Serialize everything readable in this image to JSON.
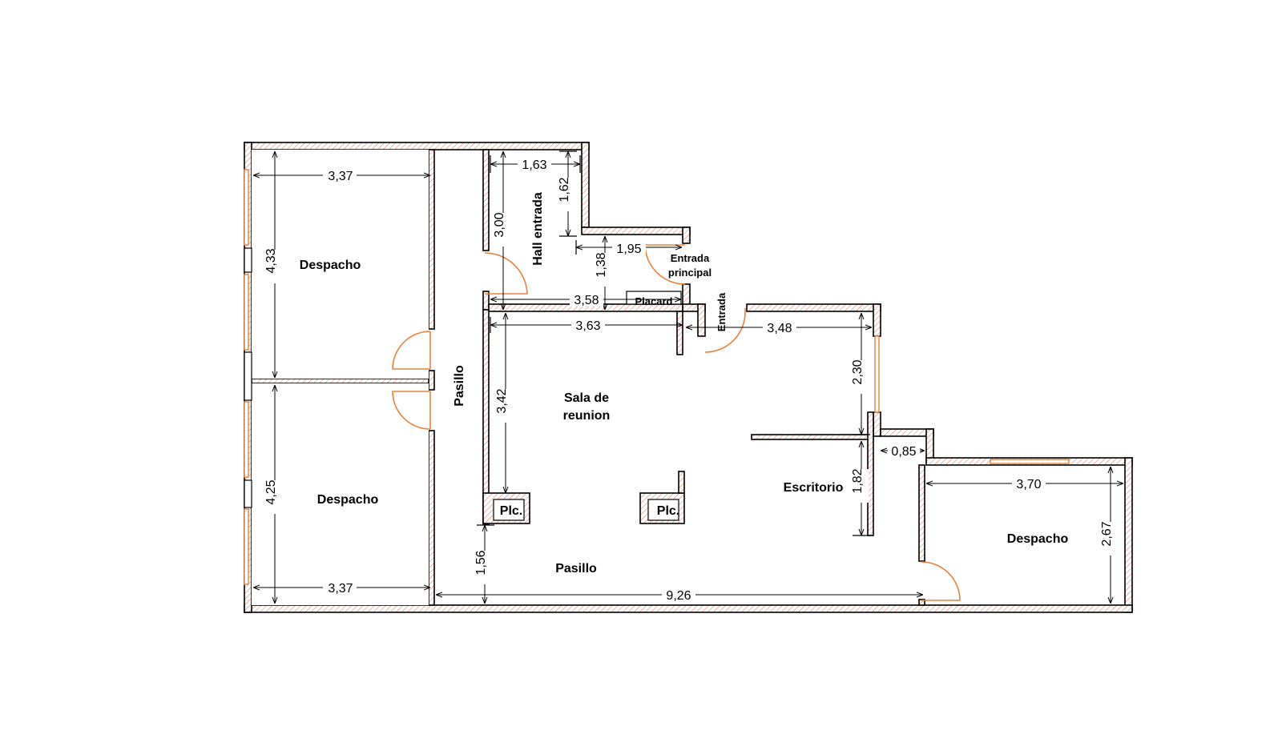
{
  "rooms": {
    "despacho_top": "Despacho",
    "despacho_bottom": "Despacho",
    "despacho_right": "Despacho",
    "pasillo_vertical": "Pasillo",
    "pasillo_bottom": "Pasillo",
    "hall_entrada": "Hall entrada",
    "entrada_principal_1": "Entrada",
    "entrada_principal_2": "principal",
    "entrada_vertical": "Entrada",
    "sala_1": "Sala de",
    "sala_2": "reunion",
    "escritorio": "Escritorio",
    "placard": "Placard",
    "plc_left": "Plc.",
    "plc_center": "Plc."
  },
  "dimensions": {
    "top_office_width": "3,37",
    "top_office_height": "4,33",
    "bottom_office_height": "4,25",
    "bottom_office_width": "3,37",
    "hall_width": "1,63",
    "hall_height": "3,00",
    "hall_step": "1,62",
    "entry_width": "1,95",
    "entry_depth": "1,38",
    "corridor_top": "3,58",
    "sala_width": "3,63",
    "sala_height": "3,42",
    "right_width": "3,48",
    "right_height": "2,30",
    "escritorio_gap": "0,85",
    "escritorio_height": "1,82",
    "right_office_width": "3,70",
    "right_office_height": "2,67",
    "pasillo_height": "1,56",
    "total_width": "9,26"
  },
  "colors": {
    "wall_outline": "#000000",
    "hatch": "#e07a5f",
    "door_window": "#e8823a"
  }
}
